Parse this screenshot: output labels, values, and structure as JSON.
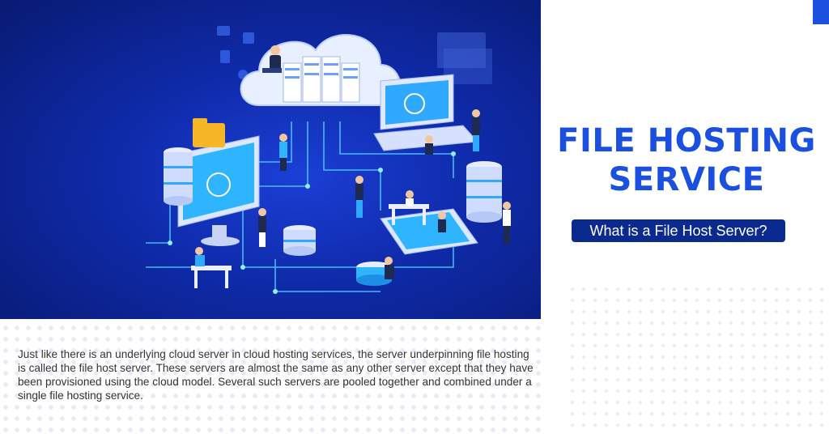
{
  "title": {
    "line1": "FILE HOSTING",
    "line2": "SERVICE"
  },
  "subtitle": "What is a File Host Server?",
  "description": "Just like there is an underlying cloud server in cloud hosting services, the server underpinning file hosting is called the file host server. These servers are almost the same as any other server except that they have been provisioned using the cloud model. Several such servers are pooled together and combined under a single file hosting service.",
  "colors": {
    "accent": "#1a4fe0",
    "subtitle_bg": "#0b2a8f",
    "illustration_bg": "#0f2aa8"
  }
}
